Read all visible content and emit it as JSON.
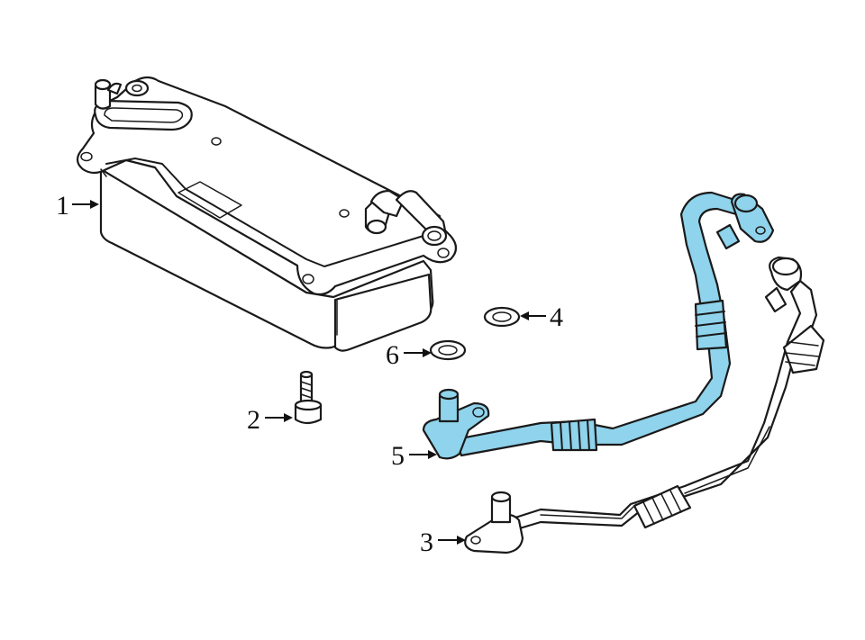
{
  "callouts": [
    {
      "id": "1",
      "label": "1"
    },
    {
      "id": "2",
      "label": "2"
    },
    {
      "id": "3",
      "label": "3"
    },
    {
      "id": "4",
      "label": "4"
    },
    {
      "id": "5",
      "label": "5"
    },
    {
      "id": "6",
      "label": "6"
    }
  ],
  "colors": {
    "highlight": "#8fd3ec",
    "outline": "#1a1a1a",
    "background": "#ffffff"
  }
}
